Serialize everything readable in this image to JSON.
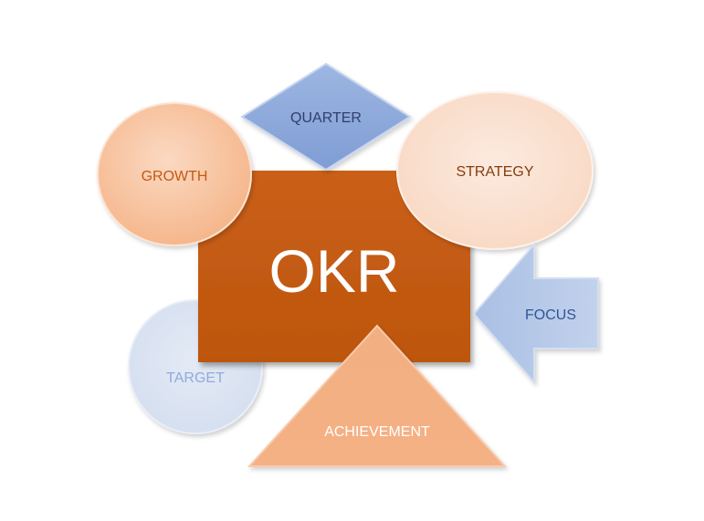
{
  "diagram": {
    "center": {
      "label": "OKR",
      "fill": "#C55A11",
      "text_color": "#FFFFFF"
    },
    "shapes": {
      "quarter": {
        "label": "QUARTER",
        "shape": "diamond",
        "fill": "#8FAADC",
        "text_color": "#2F3F6E"
      },
      "growth": {
        "label": "GROWTH",
        "shape": "circle",
        "fill": "#F8CBAD",
        "text_color": "#C55A11"
      },
      "strategy": {
        "label": "STRATEGY",
        "shape": "ellipse",
        "fill": "#FBE5D6",
        "text_color": "#843C0C"
      },
      "focus": {
        "label": "FOCUS",
        "shape": "left-arrow",
        "fill": "#B4C7E7",
        "text_color": "#2F5597"
      },
      "target": {
        "label": "TARGET",
        "shape": "circle",
        "fill": "#DAE3F3",
        "text_color": "#8FAADC"
      },
      "achievement": {
        "label": "ACHIEVEMENT",
        "shape": "triangle",
        "fill": "#F4B183",
        "text_color": "#FFFFFF"
      }
    }
  }
}
